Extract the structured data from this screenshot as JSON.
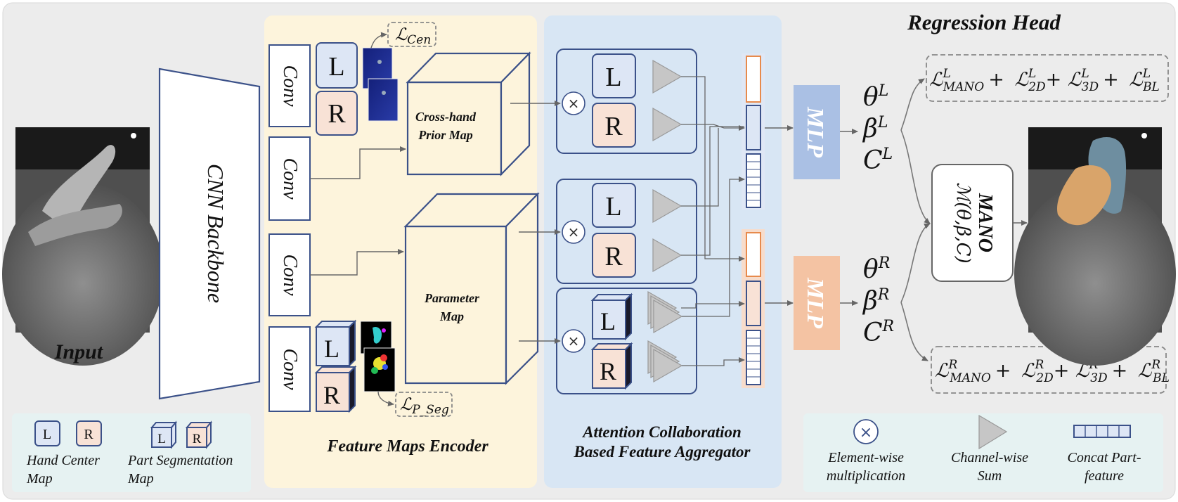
{
  "input_label": "Input",
  "backbone_label": "CNN Backbone",
  "conv_label": "Conv",
  "hand_left": "L",
  "hand_right": "R",
  "encoder": {
    "cross_hand_line1": "Cross-hand",
    "cross_hand_line2": "Prior Map",
    "param_line1": "Parameter",
    "param_line2": "Map",
    "title": "Feature Maps Encoder",
    "loss_cen_sym": "ℒ",
    "loss_cen_sub": "Cen",
    "loss_seg_sym": "ℒ",
    "loss_seg_sub": "P_Seg"
  },
  "aggregator": {
    "title_line1": "Attention Collaboration",
    "title_line2": "Based Feature Aggregator",
    "multiply_symbol": "×"
  },
  "regression": {
    "title": "Regression Head",
    "mlp_label": "MLP",
    "left_params": [
      "θ",
      "β",
      "C"
    ],
    "left_sup": "L",
    "right_params": [
      "θ",
      "β",
      "C"
    ],
    "right_sup": "R",
    "mano_title": "MANO",
    "mano_formula": "ℳ(θ,β,C)",
    "loss_left": [
      {
        "sym": "ℒ",
        "sup": "L",
        "sub": "MANO",
        "op": "+"
      },
      {
        "sym": "ℒ",
        "sup": "L",
        "sub": "2D",
        "op": "+"
      },
      {
        "sym": "ℒ",
        "sup": "L",
        "sub": "3D",
        "op": "+"
      },
      {
        "sym": "ℒ",
        "sup": "L",
        "sub": "BL",
        "op": ""
      }
    ],
    "loss_right": [
      {
        "sym": "ℒ",
        "sup": "R",
        "sub": "MANO",
        "op": "+"
      },
      {
        "sym": "ℒ",
        "sup": "R",
        "sub": "2D",
        "op": "+"
      },
      {
        "sym": "ℒ",
        "sup": "R",
        "sub": "3D",
        "op": "+"
      },
      {
        "sym": "ℒ",
        "sup": "R",
        "sub": "BL",
        "op": ""
      }
    ]
  },
  "legend_left": {
    "hand_center_line1": "Hand Center",
    "hand_center_line2": "Map",
    "part_seg_line1": "Part Segmentation",
    "part_seg_line2": "Map"
  },
  "legend_right": {
    "element_wise_line1": "Element-wise",
    "element_wise_line2": "multiplication",
    "channel_sum_line1": "Channel-wise",
    "channel_sum_line2": "Sum",
    "concat_line1": "Concat Part-",
    "concat_line2": "feature"
  },
  "colors": {
    "stroke_blue": "#3b5189",
    "left_fill": "#dde6f5",
    "right_fill": "#f8e2d6",
    "encoder_bg": "#fdf4dc",
    "aggregator_bg": "#d8e6f4",
    "mlp_blue": "#aac0e4",
    "mlp_orange": "#f4c3a3",
    "orange_stroke": "#e78a4c",
    "legend_bg": "#e6f2f2"
  }
}
